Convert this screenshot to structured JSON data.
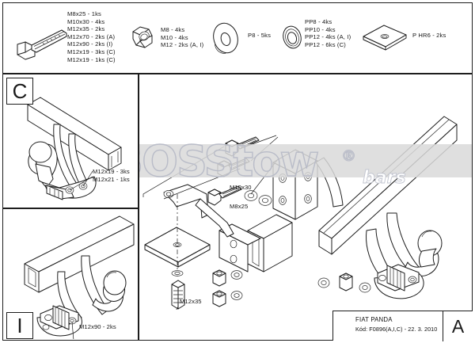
{
  "document": {
    "title": "FIAT PANDA",
    "code_line": "Kód: F0896(A,I,C) - 22. 3. 2010",
    "revision": "A",
    "watermark": {
      "brand": "BOSStow",
      "registered": "®",
      "suffix": "bars"
    }
  },
  "parts_list": [
    {
      "id": "bolt",
      "icon": "hex-bolt-icon",
      "spec": "M8x25 - 1ks\nM10x30 - 4ks\nM12x35 - 2ks\nM12x70 - 2ks (A)\nM12x90 - 2ks (I)\nM12x19 - 3ks (C)\nM12x19 - 1ks (C)"
    },
    {
      "id": "nut",
      "icon": "hex-nut-icon",
      "spec": "M8 - 4ks\nM10 - 4ks\nM12 - 2ks (A, I)"
    },
    {
      "id": "washer-flat",
      "icon": "flat-washer-icon",
      "spec": "P8 - 5ks"
    },
    {
      "id": "washer-spring",
      "icon": "spring-washer-icon",
      "spec": "PP8 - 4ks\nPP10 - 4ks\nPP12 - 4ks (A, I)\nPP12 - 6ks (C)"
    },
    {
      "id": "plate",
      "icon": "square-plate-icon",
      "spec": "P HR6 - 2ks"
    }
  ],
  "panels": {
    "c": {
      "letter": "C",
      "labels": [
        {
          "id": "c-fasteners",
          "text": "M12x19 - 3ks\nM12x21 - 1ks"
        }
      ]
    },
    "i": {
      "letter": "I",
      "labels": [
        {
          "id": "i-fastener",
          "text": "M12x90 - 2ks"
        }
      ]
    },
    "main": {
      "labels": [
        {
          "id": "main-m10x30",
          "text": "M10x30"
        },
        {
          "id": "main-m8x25",
          "text": "M8x25"
        },
        {
          "id": "main-m12x35",
          "text": "M12x35"
        }
      ]
    }
  }
}
